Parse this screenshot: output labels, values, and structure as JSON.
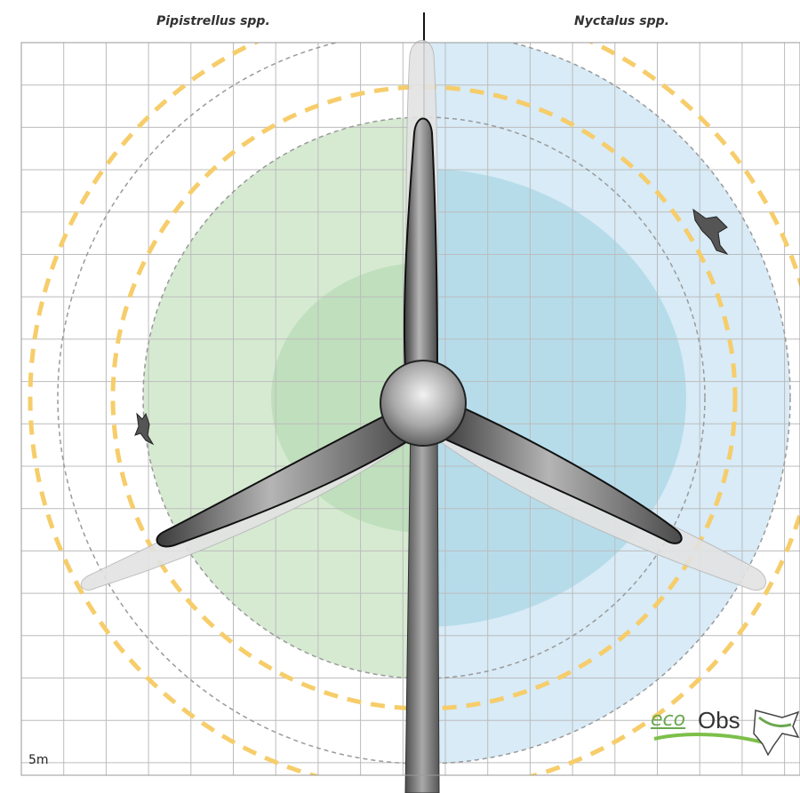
{
  "labels": {
    "left_species": "Pipistrellus spp.",
    "right_species": "Nyctalus spp.",
    "scale": "5m"
  },
  "logo": {
    "eco": "eco",
    "obs": "Obs"
  },
  "colors": {
    "pipistrellus_zone": "#d6ead2",
    "pipistrellus_core": "#c0dfbd",
    "nyctalus_zone": "#d8ebf7",
    "nyctalus_core": "#b6dcea",
    "rotor_sweep": "#f6cd6a",
    "grid": "#bcbcbc",
    "turbine": "#6f6f6f"
  },
  "icons": [
    "bat-silhouette-icon",
    "bat-silhouette-icon",
    "ecoobs-bat-logo-icon"
  ]
}
